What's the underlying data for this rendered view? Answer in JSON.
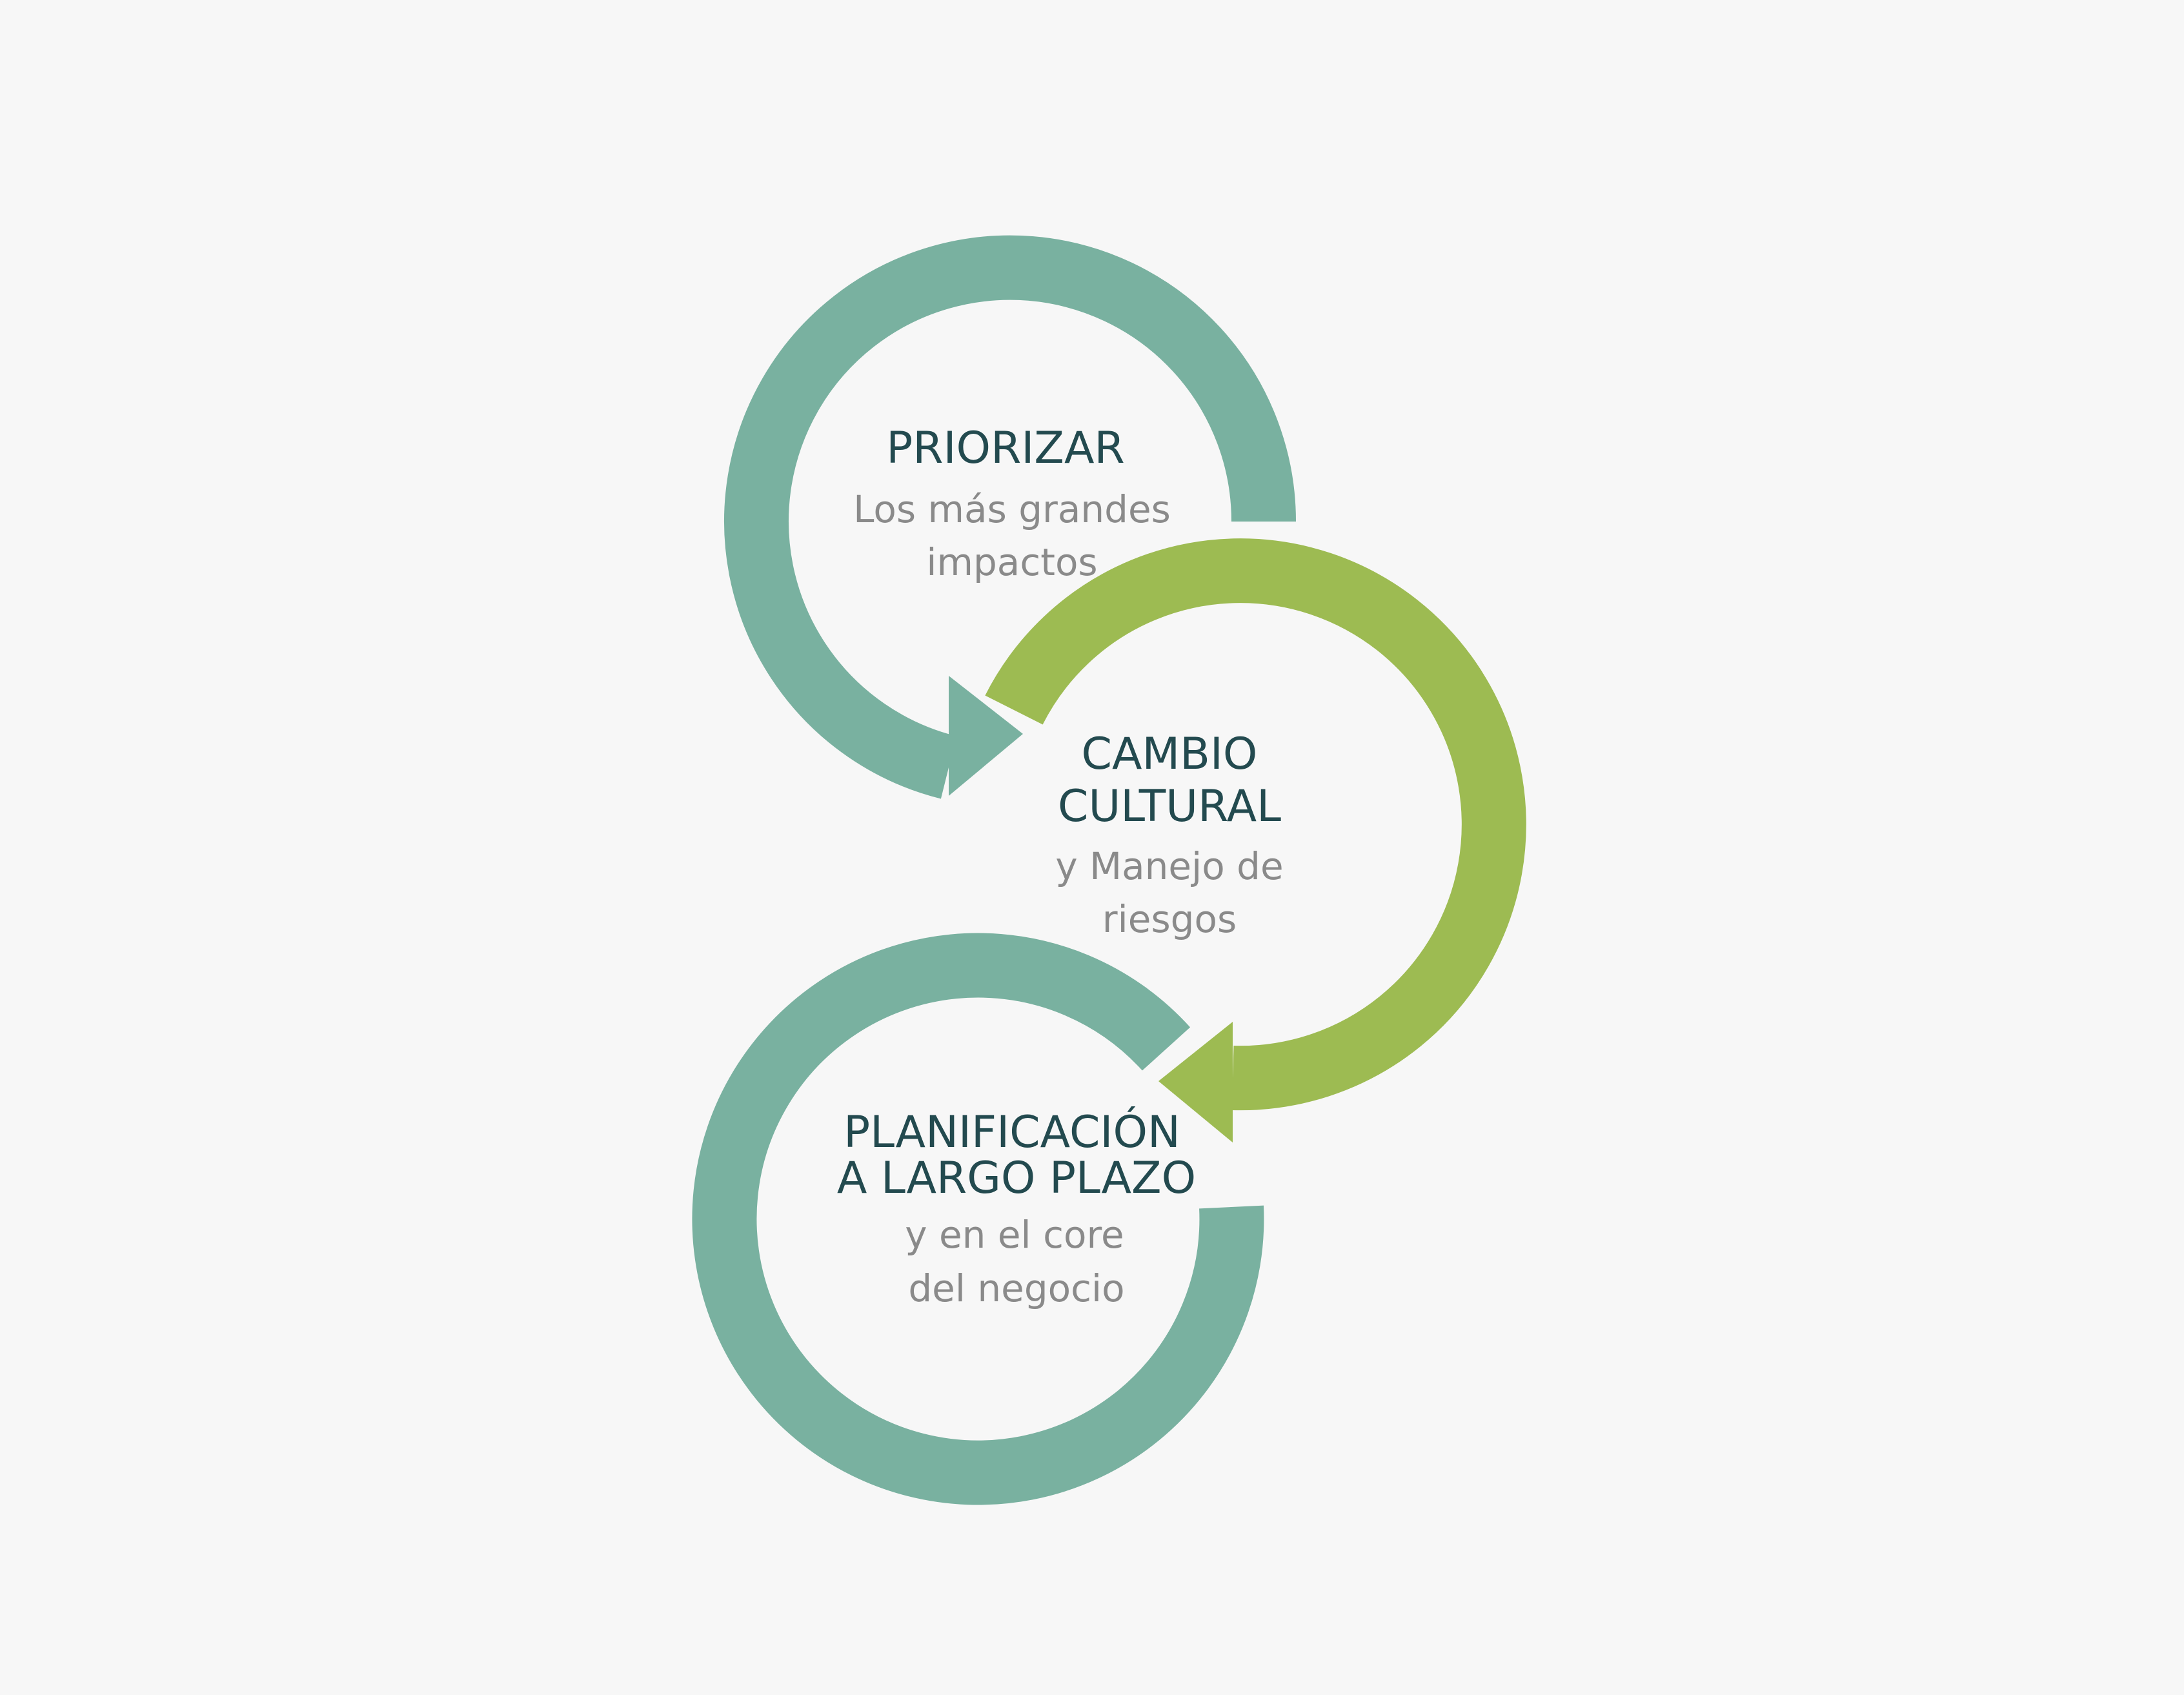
{
  "stages": [
    {
      "title_lines": [
        "PRIORIZAR"
      ],
      "subtitle_lines": [
        "Los más grandes",
        "impactos"
      ]
    },
    {
      "title_lines": [
        "CAMBIO",
        "CULTURAL"
      ],
      "subtitle_lines": [
        "y Manejo de",
        "riesgos"
      ]
    },
    {
      "title_lines": [
        "PLANIFICACIÓN",
        "A LARGO PLAZO"
      ],
      "subtitle_lines": [
        "y en el core",
        "del negocio"
      ]
    }
  ],
  "colors": {
    "background": "#f7f7f7",
    "teal": "#79b1a0",
    "green": "#9dbb52",
    "title_text": "#234a4f",
    "subtitle_text": "#8a8a8a"
  }
}
